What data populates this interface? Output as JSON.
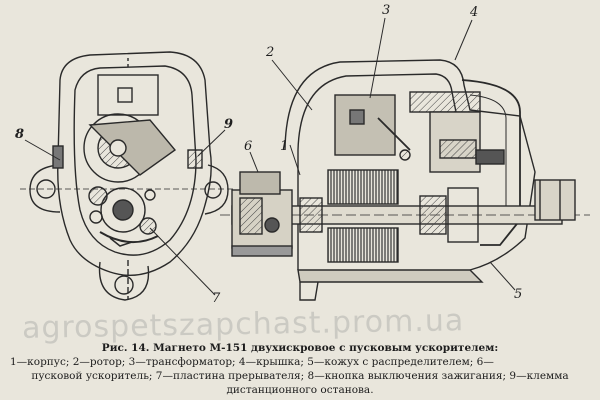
{
  "figure": {
    "caption_title": "Рис. 14. Магнето М-151 двухискровое с пусковым ускорителем:",
    "caption_lines": [
      "1—корпус; 2—ротор; 3—трансформатор; 4—крышка; 5—кожух с распределителем; 6—",
      "пусковой ускоритель; 7—пластина прерывателя; 8—кнопка выключения зажигания; 9—клемма",
      "дистанционного останова."
    ],
    "callouts": {
      "n1": "1",
      "n2": "2",
      "n3": "3",
      "n4": "4",
      "n5": "5",
      "n6": "6",
      "n7": "7",
      "n8": "8",
      "n9": "9"
    },
    "watermark": "agrospetszapchast.prom.ua",
    "colors": {
      "paper": "#e9e6dc",
      "ink": "#2a2a2a",
      "shade": "#6d6d6d"
    }
  }
}
